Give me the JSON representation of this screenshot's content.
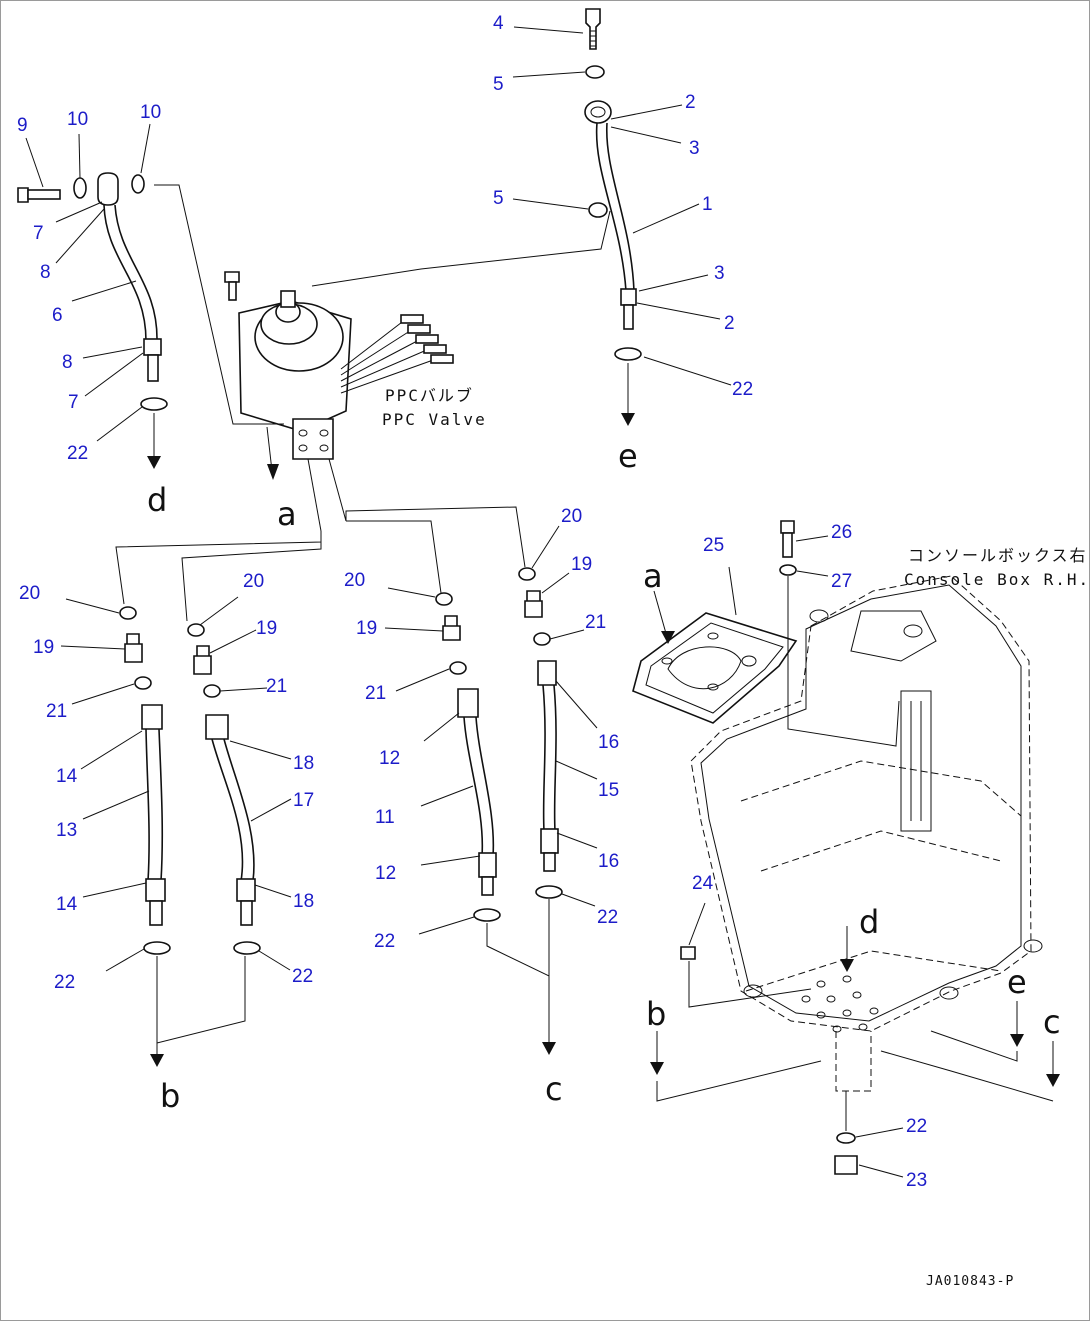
{
  "callouts": {
    "c1": "1",
    "c2a": "2",
    "c2b": "2",
    "c3a": "3",
    "c3b": "3",
    "c4": "4",
    "c5a": "5",
    "c5b": "5",
    "c6": "6",
    "c7a": "7",
    "c7b": "7",
    "c8a": "8",
    "c8b": "8",
    "c9": "9",
    "c10a": "10",
    "c10b": "10",
    "c11": "11",
    "c12a": "12",
    "c12b": "12",
    "c13": "13",
    "c14a": "14",
    "c14b": "14",
    "c15": "15",
    "c16a": "16",
    "c16b": "16",
    "c17": "17",
    "c18a": "18",
    "c18b": "18",
    "c19a": "19",
    "c19b": "19",
    "c19c": "19",
    "c19d": "19",
    "c20a": "20",
    "c20b": "20",
    "c20c": "20",
    "c20d": "20",
    "c21a": "21",
    "c21b": "21",
    "c21c": "21",
    "c21d": "21",
    "c22a": "22",
    "c22b": "22",
    "c22c": "22",
    "c22d": "22",
    "c22e": "22",
    "c22f": "22",
    "c22g": "22",
    "c23": "23",
    "c24": "24",
    "c25": "25",
    "c26": "26",
    "c27": "27"
  },
  "refs": {
    "a1": "a",
    "a2": "a",
    "b1": "b",
    "b2": "b",
    "c1": "c",
    "c2": "c",
    "d1": "d",
    "d2": "d",
    "e1": "e",
    "e2": "e"
  },
  "captions": {
    "ppc_valve_jp": "PPCバルブ",
    "ppc_valve_en": "PPC Valve",
    "console_box_jp": "コンソールボックス右",
    "console_box_en": "Console Box R.H."
  },
  "drawing_code": "JA010843-P"
}
